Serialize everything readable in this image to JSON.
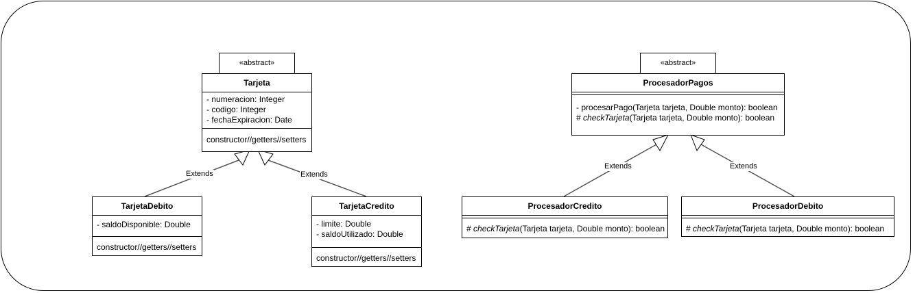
{
  "stereotype": "«abstract»",
  "relation_label": "Extends",
  "classes": {
    "tarjeta": {
      "name": "Tarjeta",
      "attributes": [
        "- numeracion: Integer",
        "- codigo: Integer",
        "- fechaExpiracion: Date"
      ],
      "operations": [
        "constructor//getters//setters"
      ]
    },
    "tarjeta_debito": {
      "name": "TarjetaDebito",
      "attributes": [
        "- saldoDisponible: Double"
      ],
      "operations": [
        "constructor//getters//setters"
      ]
    },
    "tarjeta_credito": {
      "name": "TarjetaCredito",
      "attributes": [
        "- limite: Double",
        "- saldoUtilizado: Double"
      ],
      "operations": [
        "constructor//getters//setters"
      ]
    },
    "procesador_pagos": {
      "name": "ProcesadorPagos",
      "operations": [
        {
          "prefix": "- ",
          "name": "procesarPago",
          "rest": "(Tarjeta tarjeta, Double monto): boolean"
        },
        {
          "prefix": "# ",
          "name": "checkTarjeta",
          "rest": "(Tarjeta tarjeta, Double monto): boolean"
        }
      ]
    },
    "procesador_credito": {
      "name": "ProcesadorCredito",
      "operations": [
        {
          "prefix": "# ",
          "name": "checkTarjeta",
          "rest": "(Tarjeta tarjeta, Double monto): boolean"
        }
      ]
    },
    "procesador_debito": {
      "name": "ProcesadorDebito",
      "operations": [
        {
          "prefix": "# ",
          "name": "checkTarjeta",
          "rest": "(Tarjeta tarjeta, Double monto): boolean"
        }
      ]
    }
  }
}
